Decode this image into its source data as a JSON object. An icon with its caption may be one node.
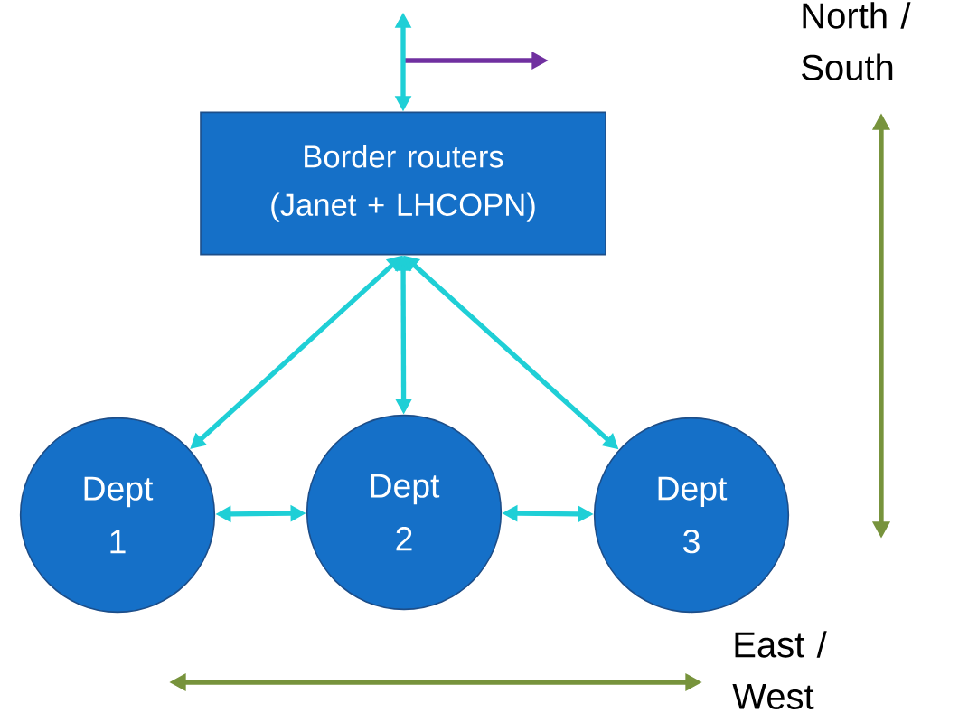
{
  "diagram": {
    "nodes": [
      {
        "text": [
          "Border routers (Janet + LHCOPN)"
        ]
      },
      {
        "text": [
          "Dept 1"
        ]
      },
      {
        "text": [
          "Dept 2"
        ]
      },
      {
        "text": [
          "Dept 3"
        ]
      }
    ],
    "edges": [
      {
        "from": null,
        "to": 0,
        "arrow": "both"
      },
      {
        "from": 0,
        "to": 1,
        "arrow": "both"
      },
      {
        "from": 0,
        "to": 2,
        "arrow": "both"
      },
      {
        "from": 0,
        "to": 3,
        "arrow": "both"
      },
      {
        "from": 1,
        "to": 2,
        "arrow": "both"
      },
      {
        "from": 2,
        "to": 3,
        "arrow": "both"
      }
    ],
    "labels": [
      "North / South",
      "East / West"
    ]
  }
}
